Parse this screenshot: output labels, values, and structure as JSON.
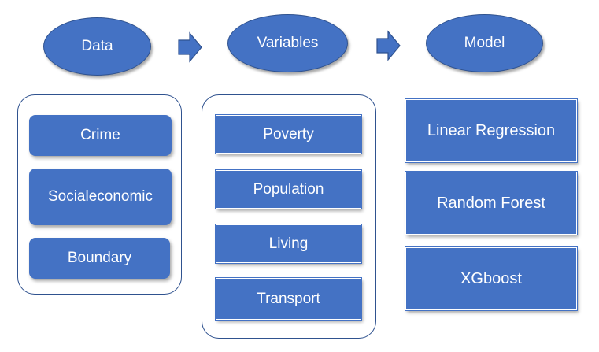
{
  "headers": {
    "data": "Data",
    "variables": "Variables",
    "model": "Model"
  },
  "data_items": [
    "Crime",
    "Socialeconomic",
    "Boundary"
  ],
  "variable_items": [
    "Poverty",
    "Population",
    "Living",
    "Transport"
  ],
  "model_items": [
    "Linear Regression",
    "Random Forest",
    "XGboost"
  ],
  "colors": {
    "fill": "#4472c4",
    "outline": "#2f528f",
    "text": "#ffffff"
  }
}
